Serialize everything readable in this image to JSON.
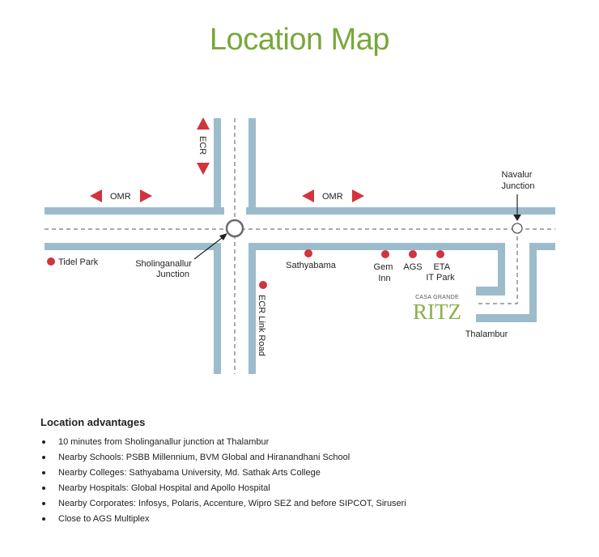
{
  "title": "Location Map",
  "colors": {
    "title": "#78a83a",
    "road": "#9dbccb",
    "marker": "#d1343d",
    "junction": "#6b6b6b",
    "ritz": "#8ab04a",
    "text": "#222222"
  },
  "map": {
    "roads": {
      "omr": "OMR",
      "ecr": "ECR",
      "ecr_link": "ECR Link Road"
    },
    "junctions": {
      "sholinganallur": [
        "Sholinganallur",
        "Junction"
      ],
      "navalur": [
        "Navalur",
        "Junction"
      ]
    },
    "places": {
      "tidel_park": "Tidel Park",
      "sathyabama": "Sathyabama",
      "gem_inn": [
        "Gem",
        "Inn"
      ],
      "ags": "AGS",
      "eta": [
        "ETA",
        "IT Park"
      ],
      "thalambur": "Thalambur"
    },
    "project": {
      "brand": "CASA GRANDE",
      "name": "RITZ"
    }
  },
  "advantages": {
    "heading": "Location advantages",
    "items": [
      "10 minutes from Sholinganallur junction at Thalambur",
      "Nearby Schools: PSBB Millennium, BVM Global and Hiranandhani School",
      "Nearby Colleges: Sathyabama University, Md. Sathak Arts College",
      "Nearby Hospitals: Global Hospital and Apollo Hospital",
      "Nearby Corporates: Infosys, Polaris, Accenture, Wipro SEZ and before SIPCOT, Siruseri",
      "Close to AGS Multiplex"
    ]
  }
}
